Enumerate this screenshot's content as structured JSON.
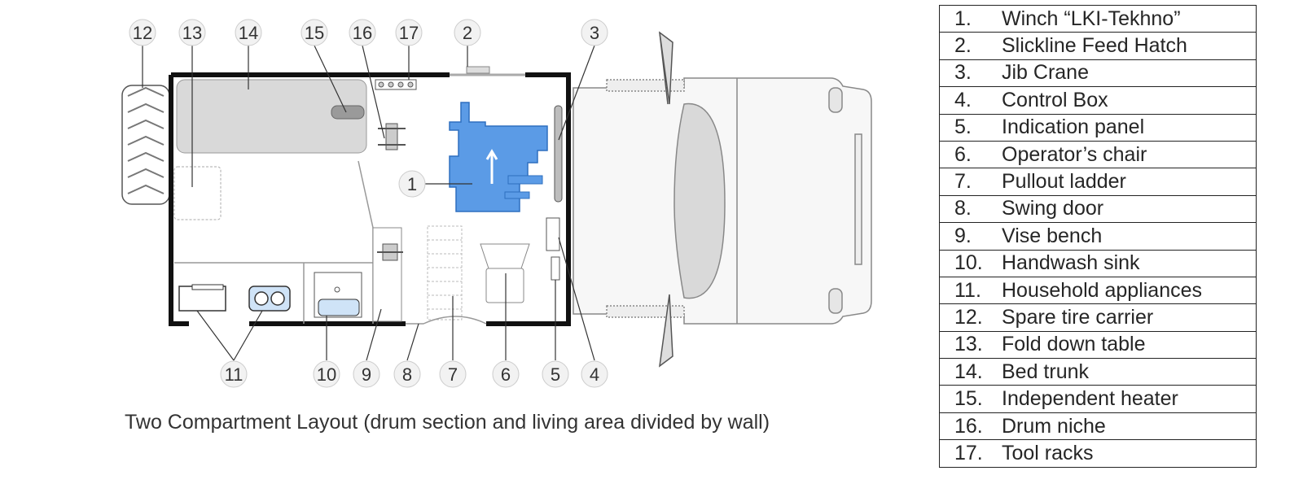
{
  "caption": "Two Compartment Layout (drum section and living area divided by wall)",
  "legend": [
    {
      "num": "1.",
      "text": "Winch “LKI-Tekhno”"
    },
    {
      "num": "2.",
      "text": "Slickline Feed Hatch"
    },
    {
      "num": "3.",
      "text": "Jib Crane"
    },
    {
      "num": "4.",
      "text": "Control Box"
    },
    {
      "num": "5.",
      "text": "Indication panel"
    },
    {
      "num": "6.",
      "text": "Operator’s chair"
    },
    {
      "num": "7.",
      "text": "Pullout ladder"
    },
    {
      "num": "8.",
      "text": "Swing door"
    },
    {
      "num": "9.",
      "text": "Vise bench"
    },
    {
      "num": "10.",
      "text": "Handwash sink"
    },
    {
      "num": "11.",
      "text": "Household appliances"
    },
    {
      "num": "12.",
      "text": "Spare tire carrier"
    },
    {
      "num": "13.",
      "text": "Fold down table"
    },
    {
      "num": "14.",
      "text": "Bed trunk"
    },
    {
      "num": "15.",
      "text": "Independent heater"
    },
    {
      "num": "16.",
      "text": "Drum niche"
    },
    {
      "num": "17.",
      "text": "Tool racks"
    }
  ],
  "callouts": [
    "1",
    "2",
    "3",
    "4",
    "5",
    "6",
    "7",
    "8",
    "9",
    "10",
    "11",
    "12",
    "13",
    "14",
    "15",
    "16",
    "17"
  ],
  "colors": {
    "winch": "#5b9be6",
    "walls": "#111111",
    "bed": "#d9d9d9",
    "callout_fill": "#f2f2f2",
    "truck": "#e6e6e6"
  }
}
